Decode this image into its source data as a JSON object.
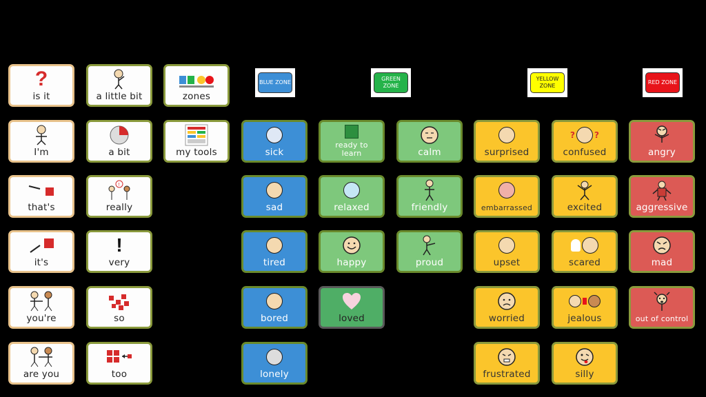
{
  "left_col": [
    {
      "label": "is it",
      "icon": "question-mark-icon"
    },
    {
      "label": "I'm",
      "icon": "person-self-icon"
    },
    {
      "label": "that's",
      "icon": "point-at-square-icon"
    },
    {
      "label": "it's",
      "icon": "point-at-square-icon"
    },
    {
      "label": "you're",
      "icon": "two-people-icon"
    },
    {
      "label": "are you",
      "icon": "two-people-icon"
    }
  ],
  "mid_col": [
    {
      "label": "a little bit",
      "icon": "person-small-icon"
    },
    {
      "label": "a bit",
      "icon": "pie-icon"
    },
    {
      "label": "really",
      "icon": "two-people-exclaim-icon"
    },
    {
      "label": "very",
      "icon": "exclamation-icon"
    },
    {
      "label": "so",
      "icon": "red-squares-icon"
    },
    {
      "label": "too",
      "icon": "red-squares-arrow-icon"
    }
  ],
  "tools_col": [
    {
      "label": "zones",
      "icon": "zones-chart-icon"
    },
    {
      "label": "my tools",
      "icon": "tools-chart-icon"
    }
  ],
  "zones": [
    {
      "label": "BLUE ZONE",
      "color": "#3d8fd6",
      "text_color": "#ffffff"
    },
    {
      "label": "GREEN ZONE",
      "color": "#25b34a",
      "text_color": "#ffffff"
    },
    {
      "label": "YELLOW ZONE",
      "color": "#ffff00",
      "text_color": "#222222"
    },
    {
      "label": "RED ZONE",
      "color": "#e8141a",
      "text_color": "#ffffff"
    }
  ],
  "blue_col": [
    "sick",
    "sad",
    "tired",
    "bored",
    "lonely"
  ],
  "green_col1": [
    "ready to learn",
    "relaxed",
    "happy",
    "loved"
  ],
  "green_col2": [
    "calm",
    "friendly",
    "proud"
  ],
  "yellow_col1": [
    "surprised",
    "embarrassed",
    "upset",
    "worried",
    "frustrated"
  ],
  "yellow_col2": [
    "confused",
    "excited",
    "scared",
    "jealous",
    "silly"
  ],
  "red_col": [
    "angry",
    "aggressive",
    "mad",
    "out of control"
  ]
}
